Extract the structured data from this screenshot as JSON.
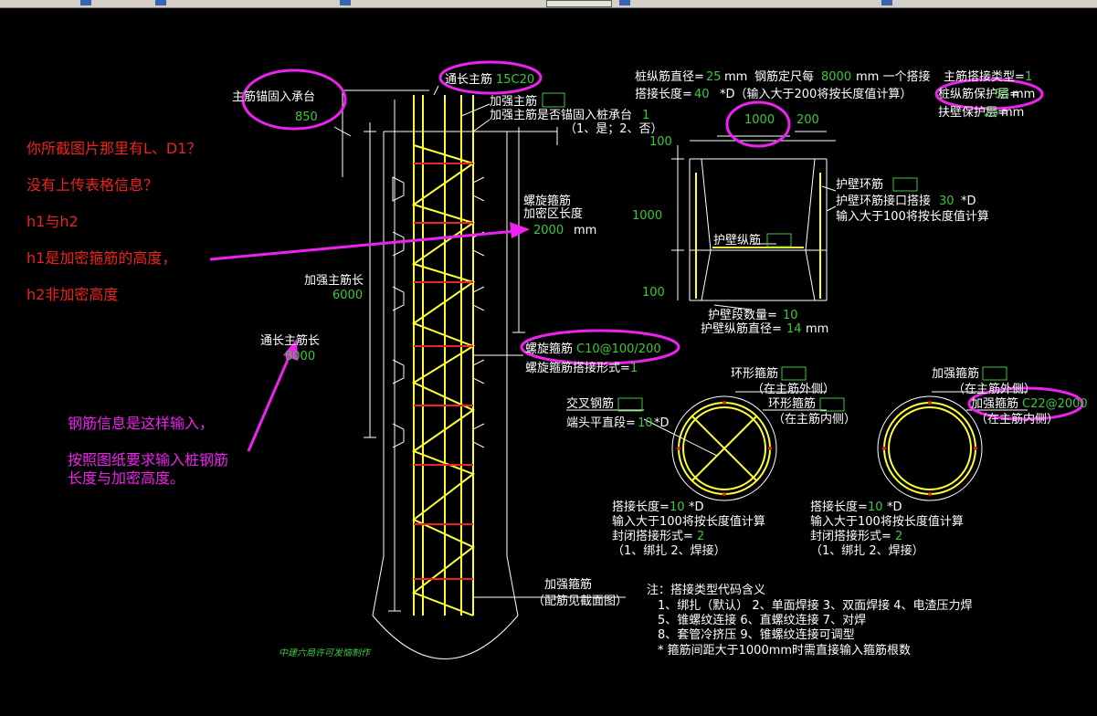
{
  "app": {
    "title": ""
  },
  "credit": "中建六局许可发恼制作",
  "annotations": {
    "red": [
      "你所截图片那里有L、D1？",
      "没有上传表格信息？",
      "h1与h2",
      "h1是加密箍筋的高度，",
      "h2非加密高度"
    ],
    "pink": [
      "钢筋信息是这样输入，",
      "按照图纸要求输入桩钢筋",
      "长度与加密高度。"
    ]
  },
  "pile": {
    "anchor_label": "主筋锚固入承台",
    "anchor_value": "850",
    "main_bar_label": "通长主筋",
    "main_bar_value": "15C20",
    "extra_bar_label": "加强主筋",
    "extra_anchor_label": "加强主筋是否锚固入桩承台",
    "extra_anchor_value": "1",
    "extra_anchor_options": "（1、是；2、否）",
    "spiral_label": "螺旋箍筋",
    "dense_len_label": "加密区长度",
    "dense_len_value": "2000",
    "dense_len_unit": "mm",
    "extra_len_label": "加强主筋长",
    "extra_len_value": "6000",
    "total_len_label": "通长主筋长",
    "total_len_value": "8000",
    "spiral_bar_label": "螺旋箍筋",
    "spiral_bar_value": "C10@100/200",
    "spiral_lap_label": "螺旋箍筋搭接形式=",
    "spiral_lap_value": "1",
    "stiff_label": "加强箍筋",
    "stiff_note": "（配筋见截面图）"
  },
  "params": {
    "dia_label": "桩纵筋直径=",
    "dia_value": "25",
    "dia_unit": "mm",
    "fix_label": "钢筋定尺每",
    "fix_value": "8000",
    "fix_unit": "mm 一个搭接",
    "lap_type_label": "主筋搭接类型=",
    "lap_type_value": "1",
    "lap_len_label": "搭接长度=",
    "lap_len_value": "40",
    "lap_len_note": "*D（输入大于200将按长度值计算）",
    "cover_label": "桩纵筋保护层=",
    "cover_value": "55",
    "cover_unit": "mm",
    "wall_cover_label": "扶壁保护层=",
    "wall_cover_value": "25",
    "wall_cover_unit": "mm"
  },
  "wall": {
    "dim_top": "1000",
    "dim_top_right": "200",
    "dim_left_top": "100",
    "dim_left_mid": "1000",
    "dim_left_bot": "100",
    "ring_label": "护壁环筋",
    "ring_lap_label": "护壁环筋接口搭接",
    "ring_lap_value": "30",
    "ring_lap_unit": "*D",
    "ring_lap_note": "输入大于100将按长度值计算",
    "long_label": "护壁纵筋",
    "count_label": "护壁段数量=",
    "count_value": "10",
    "long_dia_label": "护壁纵筋直径=",
    "long_dia_value": "14",
    "long_dia_unit": "mm"
  },
  "section_left": {
    "ring_out_label": "环形箍筋",
    "ring_out_note": "（在主筋外侧）",
    "ring_in_label": "环形箍筋",
    "ring_in_note": "（在主筋内侧）",
    "cross_label": "交叉钢筋",
    "end_label": "端头平直段=",
    "end_value": "10",
    "end_unit": "*D",
    "lap_label": "搭接长度=",
    "lap_value": "10",
    "lap_unit": "*D",
    "lap_note": "输入大于100将按长度值计算",
    "close_label": "封闭搭接形式=",
    "close_value": "2",
    "close_options": "（1、绑扎   2、焊接）"
  },
  "section_right": {
    "stiff_out_label": "加强箍筋",
    "stiff_out_note": "（在主筋外侧）",
    "stiff_in_label": "加强箍筋",
    "stiff_in_value": "C22@2000",
    "stiff_in_note": "（在主筋内侧）",
    "lap_label": "搭接长度=",
    "lap_value": "10",
    "lap_unit": "*D",
    "lap_note": "输入大于100将按长度值计算",
    "close_label": "封闭搭接形式=",
    "close_value": "2",
    "close_options": "（1、绑扎   2、焊接）"
  },
  "notes": {
    "title": "注：搭接类型代码含义",
    "lines": [
      "1、绑扎（默认）    2、单面焊接    3、双面焊接    4、电渣压力焊",
      "5、锥螺纹连接      6、直螺纹连接    7、对焊",
      "8、套管冷挤压      9、锥螺纹连接可调型",
      "* 箍筋间距大于1000mm时需直接输入箍筋根数"
    ]
  },
  "colors": {
    "label": "#ffffff",
    "value": "#3cc83c",
    "rebar": "#ffff33",
    "stirrup": "#ee2222",
    "highlight": "#ee22ee"
  }
}
